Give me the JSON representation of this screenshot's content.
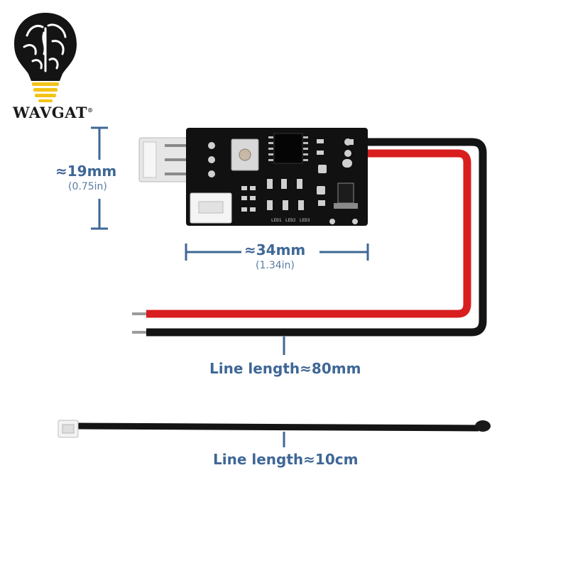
{
  "brand": {
    "name": "WAVGAT",
    "mark": "®"
  },
  "dimensions": {
    "height_mm": "≈19mm",
    "height_in": "(0.75in)",
    "width_mm": "≈34mm",
    "width_in": "(1.34in)"
  },
  "cables": {
    "lead_length": "Line length≈80mm",
    "probe_length": "Line length≈10cm"
  },
  "board_labels": {
    "led1": "LED1",
    "led2": "LED2",
    "led3": "LED3"
  },
  "colors": {
    "accent": "#3f6796",
    "board": "#111111",
    "wire_red": "#d81e1e",
    "wire_black": "#141414",
    "bulb_yellow": "#f3c318"
  }
}
